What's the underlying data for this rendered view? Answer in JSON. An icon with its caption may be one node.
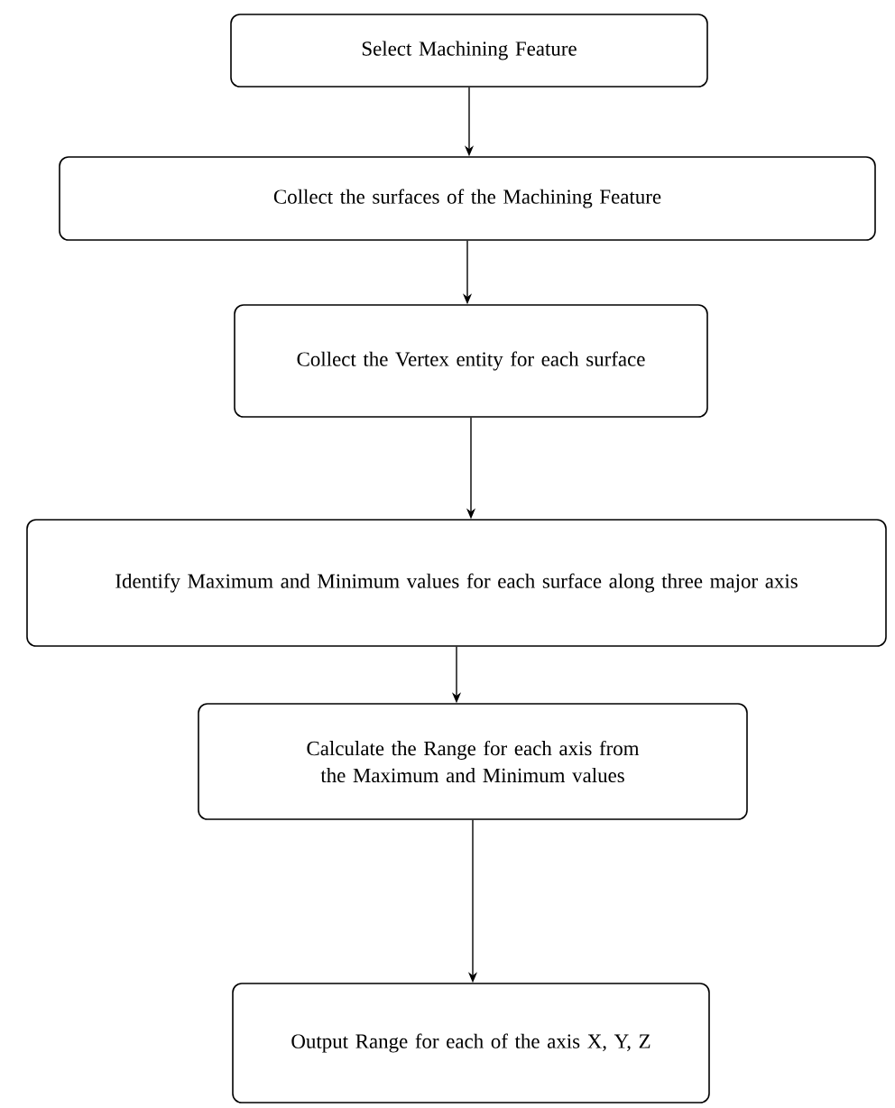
{
  "diagram": {
    "nodes": [
      {
        "text": [
          "Select Machining Feature"
        ]
      },
      {
        "text": [
          "Collect the surfaces of the Machining Feature"
        ]
      },
      {
        "text": [
          "Collect the Vertex entity for each surface"
        ]
      },
      {
        "text": [
          "Identify Maximum and Minimum values for each surface along three major axis"
        ]
      },
      {
        "text": [
          "Calculate the Range for each axis from the Maximum and Minimum values"
        ]
      },
      {
        "text": [
          "Output Range for each of the axis X, Y, Z"
        ]
      }
    ],
    "edges": [
      {
        "from": 0,
        "to": 1,
        "arrow": "to"
      },
      {
        "from": 1,
        "to": 2,
        "arrow": "to"
      },
      {
        "from": 2,
        "to": 3,
        "arrow": "to"
      },
      {
        "from": 3,
        "to": 4,
        "arrow": "to"
      },
      {
        "from": 4,
        "to": 5,
        "arrow": "to"
      }
    ]
  }
}
